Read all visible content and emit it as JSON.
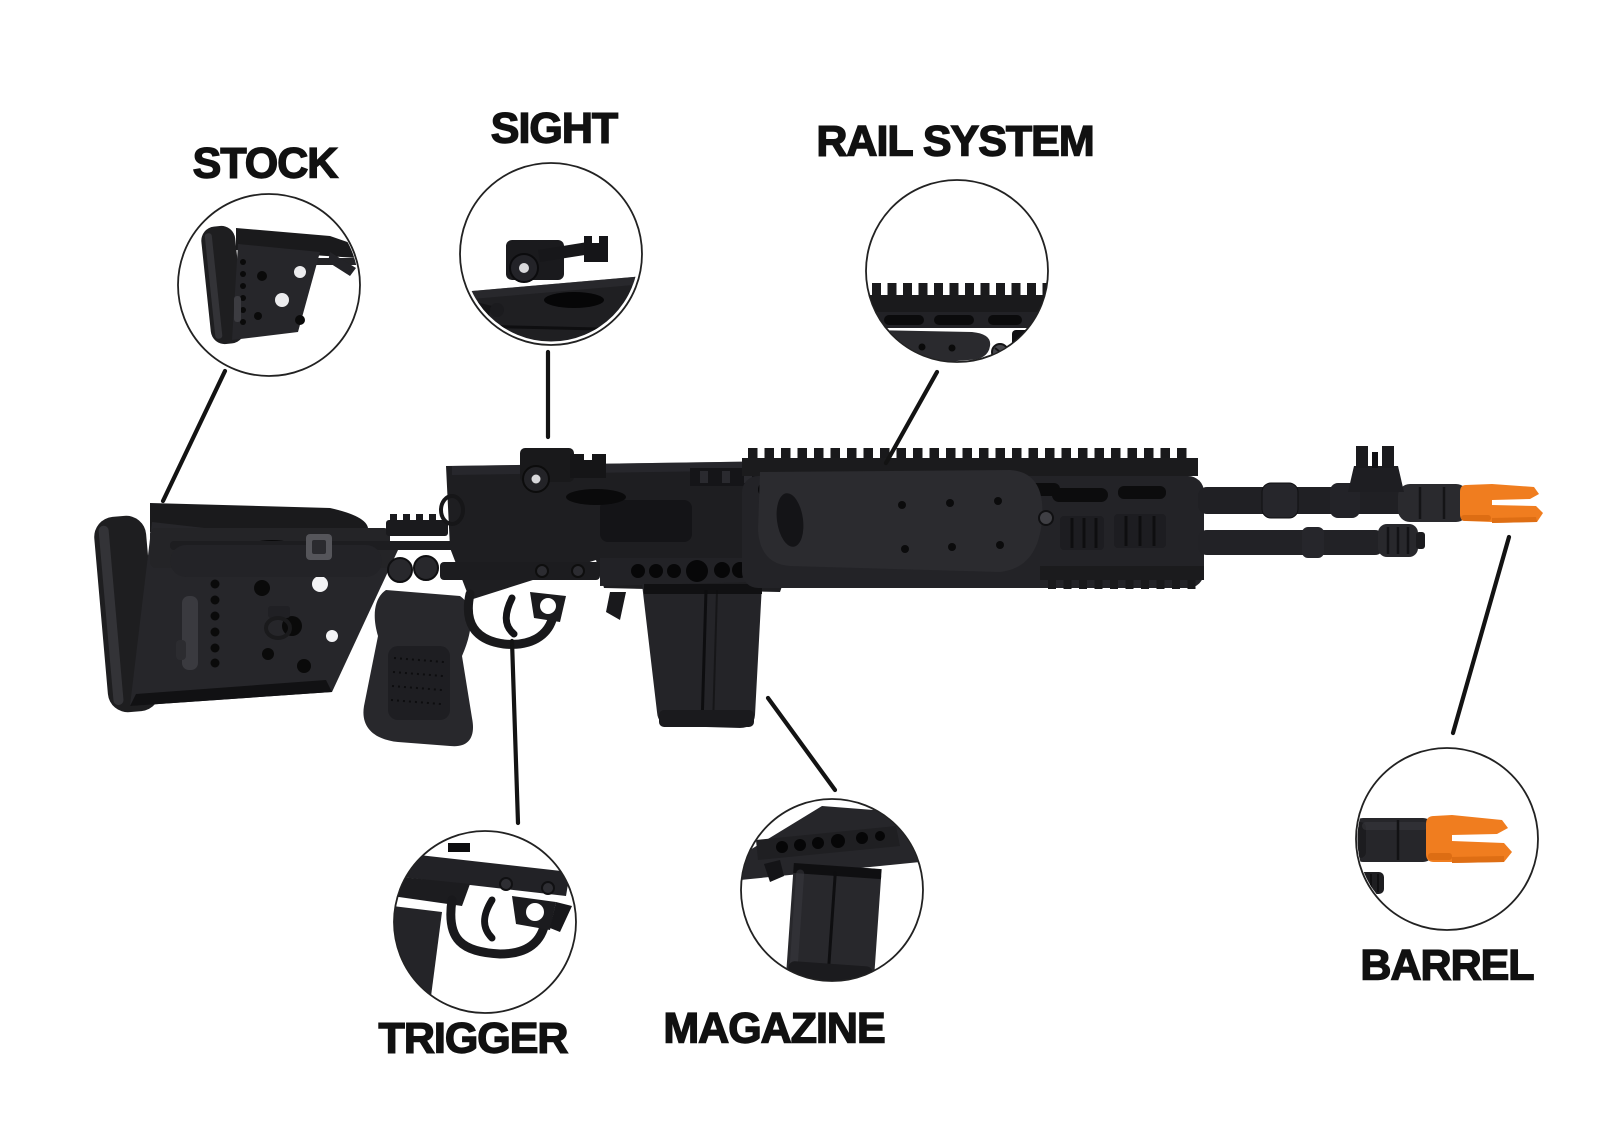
{
  "diagram": {
    "type": "labeled-parts-diagram",
    "subject": "airsoft rifle with callout detail circles",
    "background": "#ffffff"
  },
  "parts": [
    {
      "id": "stock",
      "label": "STOCK"
    },
    {
      "id": "sight",
      "label": "SIGHT"
    },
    {
      "id": "rail_system",
      "label": "RAIL SYSTEM"
    },
    {
      "id": "trigger",
      "label": "TRIGGER"
    },
    {
      "id": "magazine",
      "label": "MAGAZINE"
    },
    {
      "id": "barrel",
      "label": "BARREL"
    }
  ],
  "colors": {
    "label_ink": "#111111",
    "connector_line": "#131313",
    "callout_ring": "#222222",
    "gun_dark": "#1b1b1e",
    "gun_mid": "#26262a",
    "gun_light": "#3c3c41",
    "muzzle_orange": "#f07d1f",
    "muzzle_orange_shade": "#d96a12",
    "background": "#ffffff"
  }
}
